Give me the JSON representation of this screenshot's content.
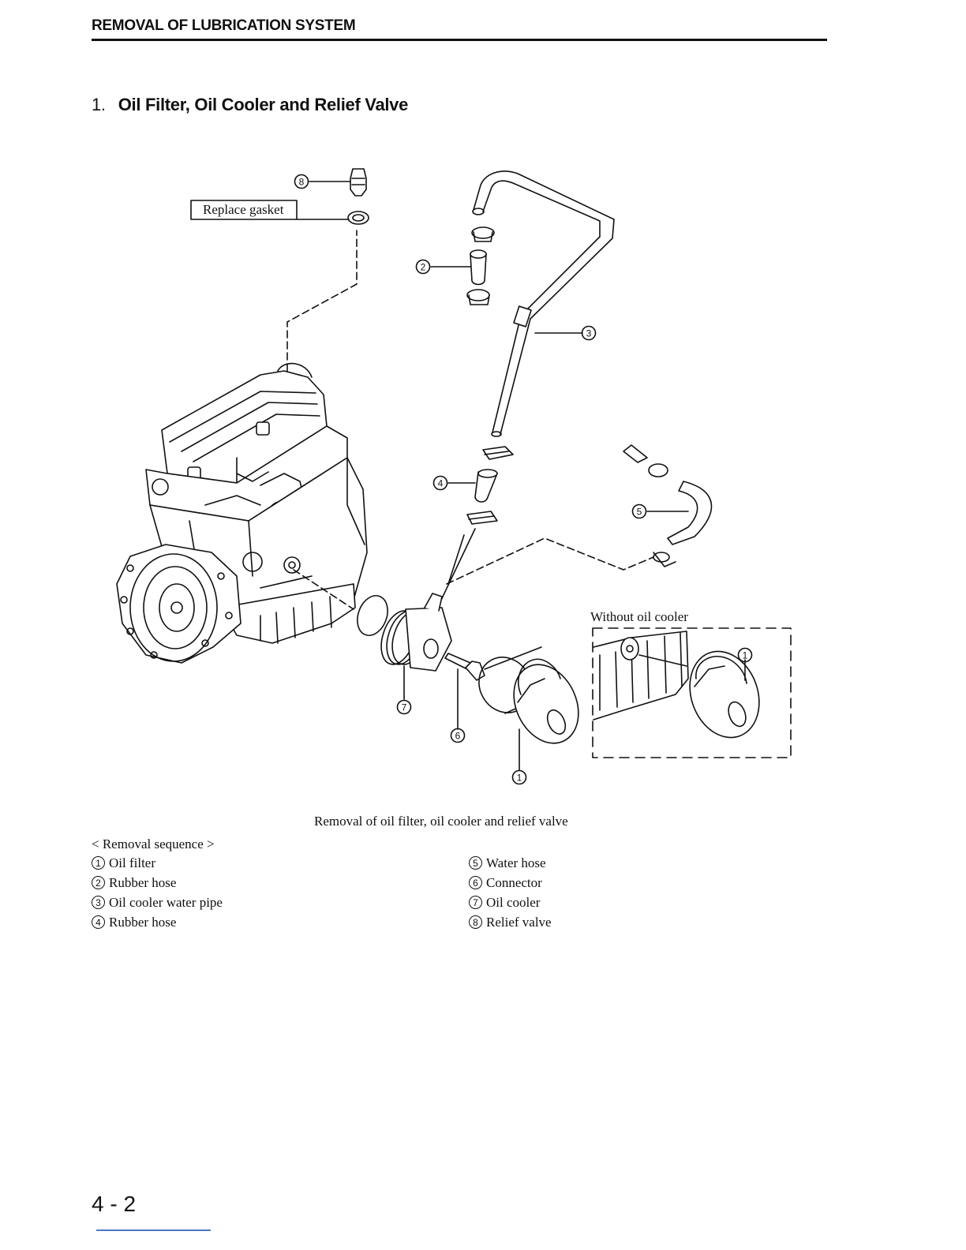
{
  "header": {
    "title": "REMOVAL OF LUBRICATION SYSTEM"
  },
  "section": {
    "number": "1.",
    "title": "Oil Filter, Oil Cooler and Relief Valve"
  },
  "diagram": {
    "replace_gasket_label": "Replace gasket",
    "without_oil_cooler_label": "Without oil cooler",
    "callouts": {
      "c1": "1",
      "c2": "2",
      "c3": "3",
      "c4": "4",
      "c5": "5",
      "c6": "6",
      "c7": "7",
      "c8": "8",
      "c1_inset": "1"
    }
  },
  "caption": "Removal of oil filter, oil cooler and relief valve",
  "removal_sequence": {
    "title": "< Removal sequence >",
    "left": [
      {
        "num": "1",
        "label": "Oil filter"
      },
      {
        "num": "2",
        "label": "Rubber hose"
      },
      {
        "num": "3",
        "label": "Oil cooler water pipe"
      },
      {
        "num": "4",
        "label": "Rubber hose"
      }
    ],
    "right": [
      {
        "num": "5",
        "label": "Water hose"
      },
      {
        "num": "6",
        "label": "Connector"
      },
      {
        "num": "7",
        "label": "Oil cooler"
      },
      {
        "num": "8",
        "label": "Relief valve"
      }
    ]
  },
  "page_number": "4 - 2"
}
